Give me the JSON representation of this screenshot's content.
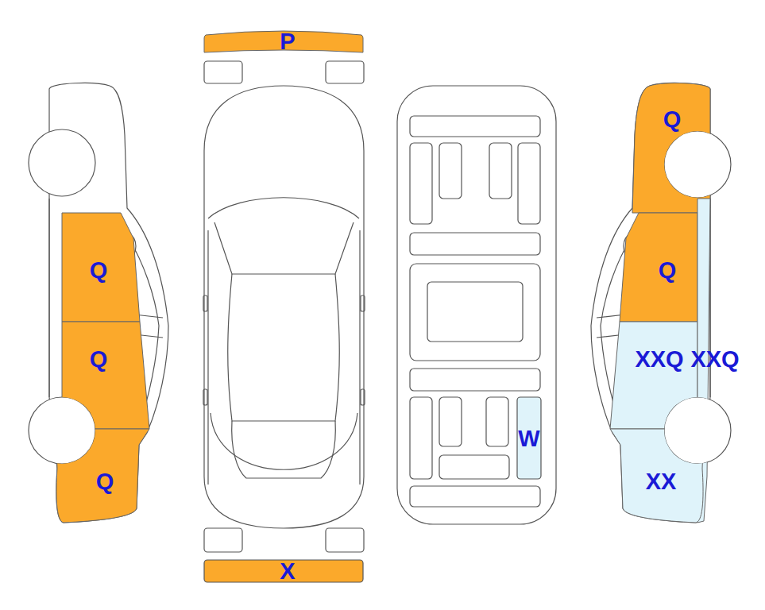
{
  "diagram": {
    "nodes": [
      {
        "text": [
          "P"
        ]
      },
      {
        "text": [
          "Q"
        ]
      },
      {
        "text": [
          "Q"
        ]
      },
      {
        "text": [
          "Q"
        ]
      },
      {
        "text": [
          "Q"
        ]
      },
      {
        "text": [
          "Q"
        ]
      },
      {
        "text": [
          "XXQ"
        ]
      },
      {
        "text": [
          "XXQ"
        ]
      },
      {
        "text": [
          "XX"
        ]
      },
      {
        "text": [
          "W"
        ]
      },
      {
        "text": [
          "X"
        ]
      }
    ]
  }
}
